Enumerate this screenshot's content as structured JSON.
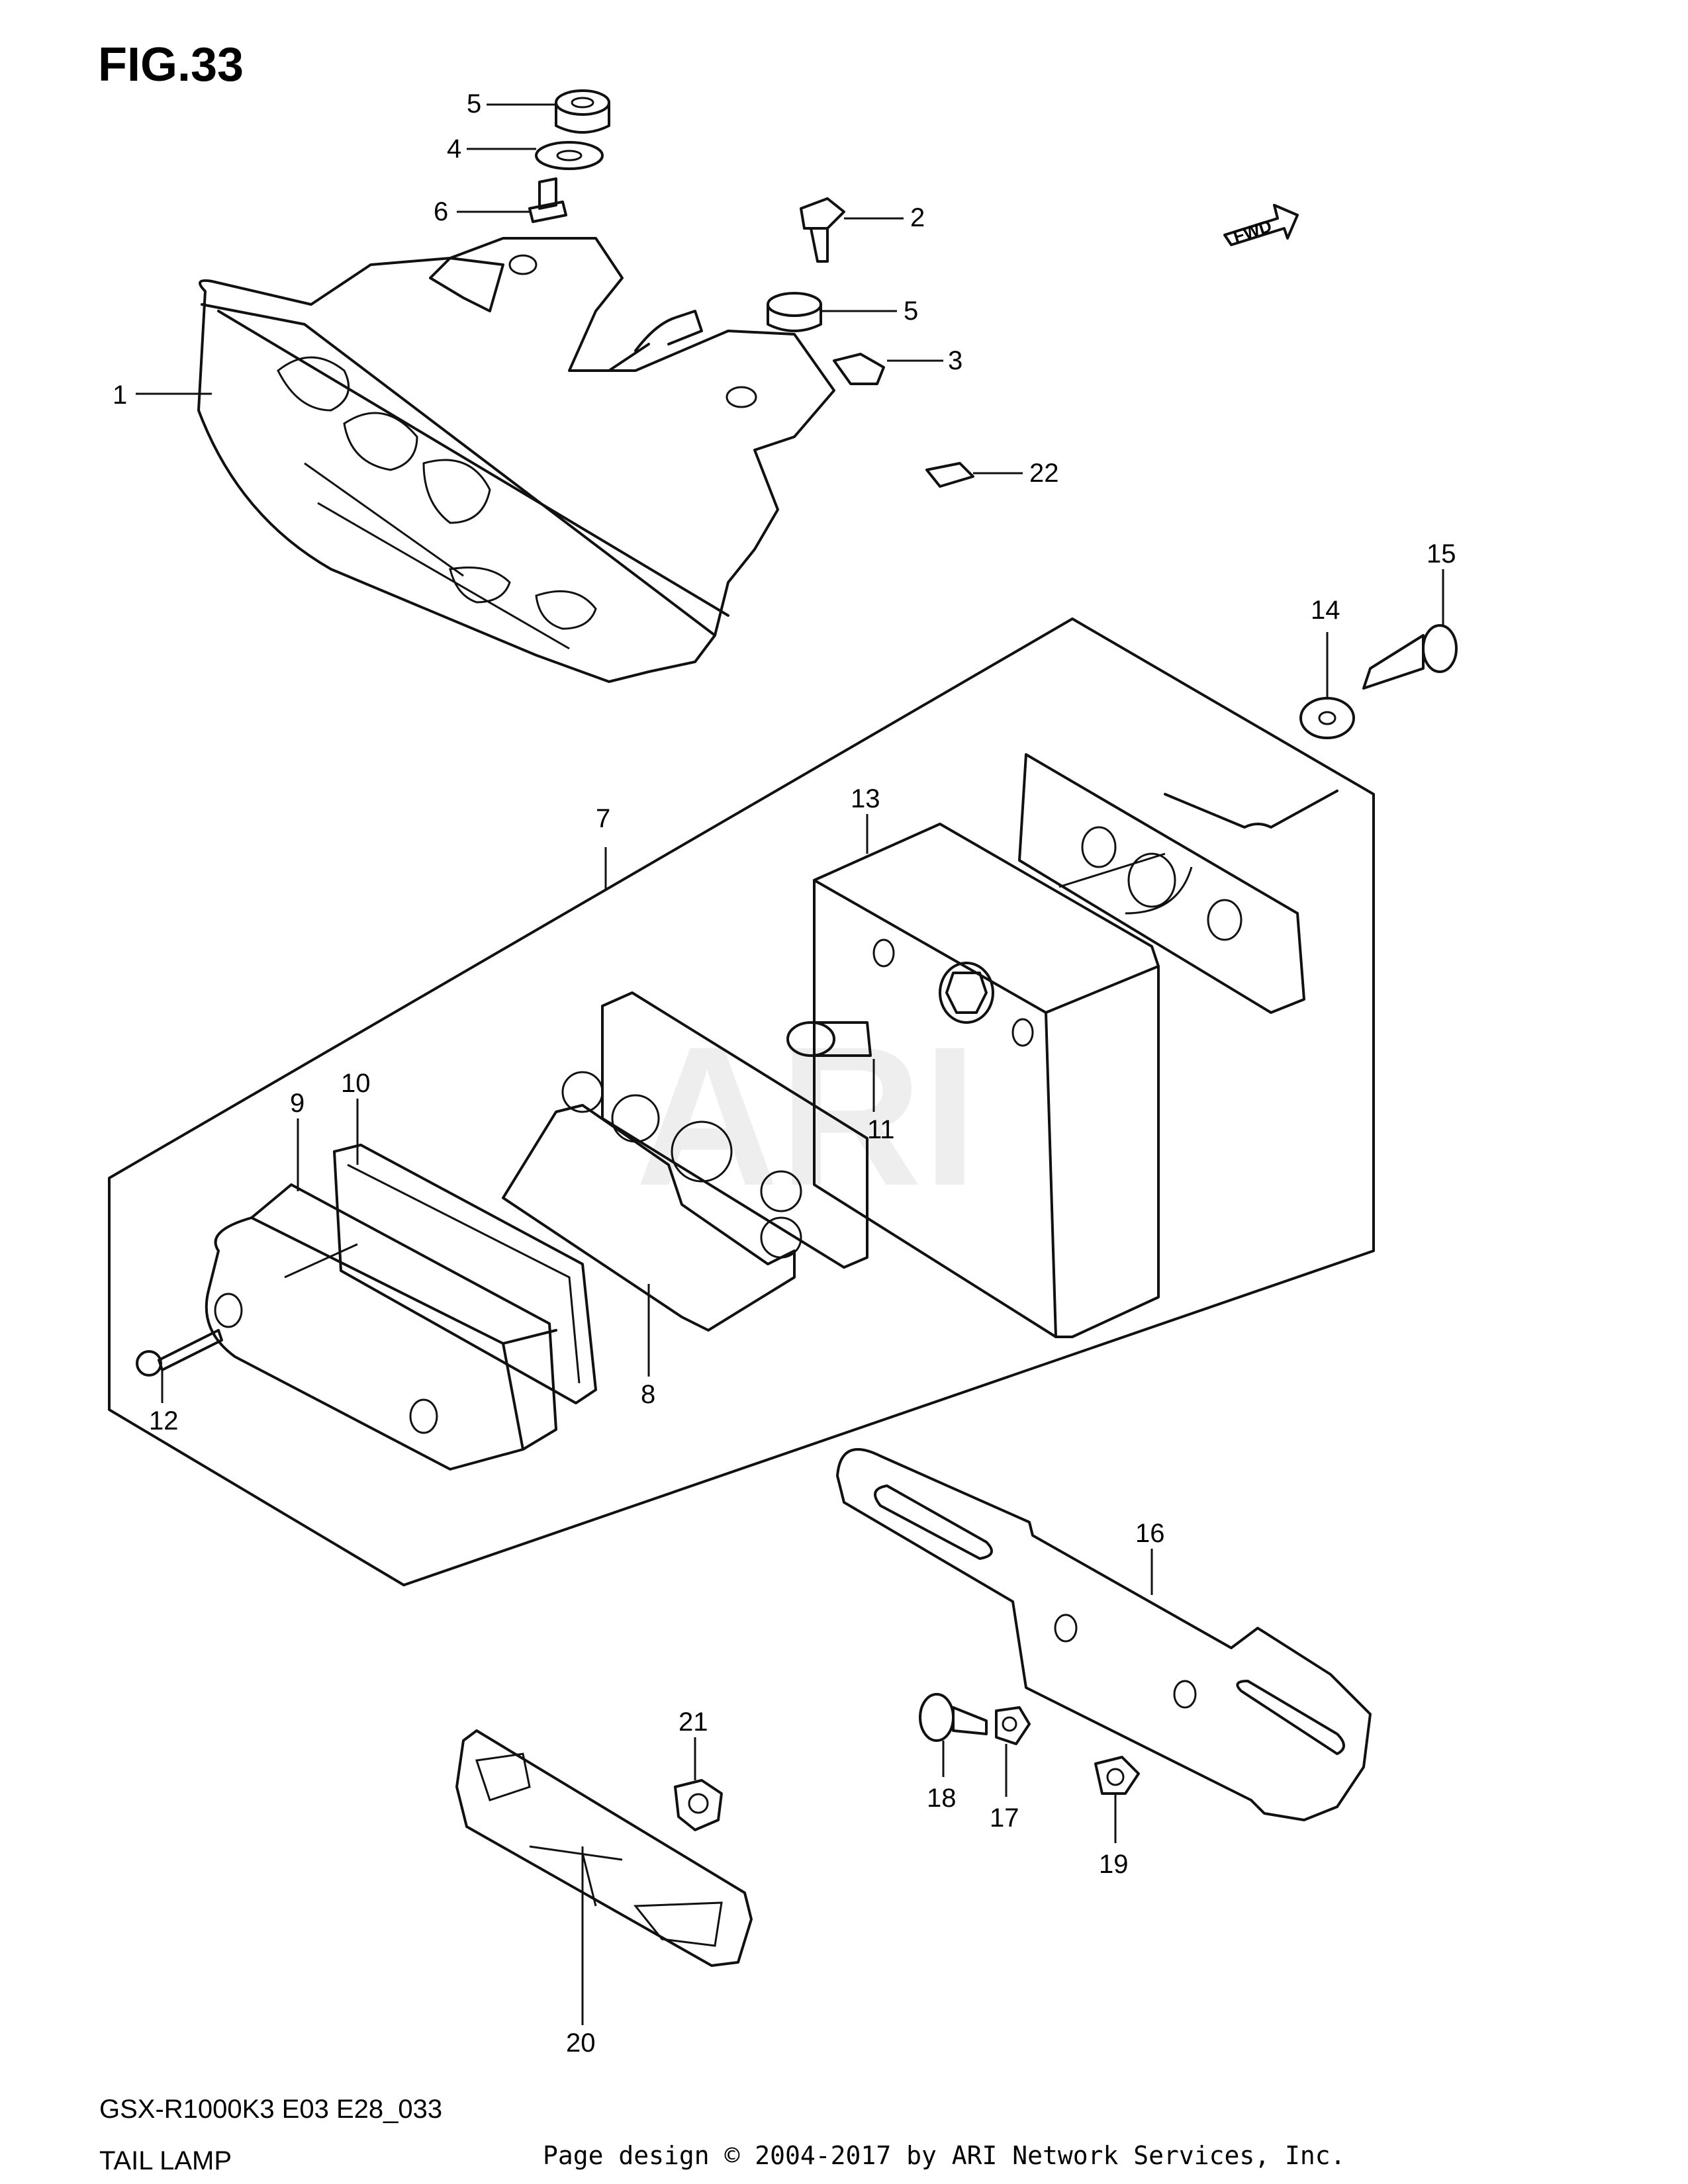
{
  "figure_title": "FIG.33",
  "watermark": "ARI",
  "direction_marker": "FWD",
  "callouts": [
    "1",
    "2",
    "3",
    "4",
    "5",
    "5",
    "6",
    "7",
    "8",
    "9",
    "10",
    "11",
    "12",
    "13",
    "14",
    "15",
    "16",
    "17",
    "18",
    "19",
    "20",
    "21",
    "22"
  ],
  "footer": {
    "model_code": "GSX-R1000K3 E03 E28_033",
    "section": "TAIL LAMP",
    "credit": "Page design © 2004-2017 by ARI Network Services, Inc."
  }
}
